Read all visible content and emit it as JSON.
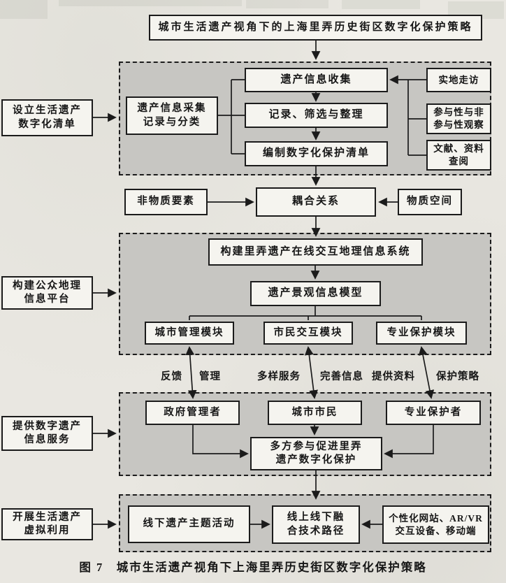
{
  "figure": {
    "title_box": "城市生活遗产视角下的上海里弄历史街区数字化保护策略",
    "caption": "图 7　城市生活遗产视角下上海里弄历史街区数字化保护策略"
  },
  "side_labels": [
    {
      "lines": [
        "设立生活遗产",
        "数字化清单"
      ]
    },
    {
      "lines": [
        "构建公众地理",
        "信息平台"
      ]
    },
    {
      "lines": [
        "提供数字遗产",
        "信息服务"
      ]
    },
    {
      "lines": [
        "开展生活遗产",
        "虚拟利用"
      ]
    }
  ],
  "section_collect": {
    "collector": {
      "lines": [
        "遗产信息采集",
        "记录与分类"
      ]
    },
    "steps": [
      "遗产信息收集",
      "记录、筛选与整理",
      "编制数字化保护清单"
    ],
    "methods": [
      {
        "lines": [
          "实地走访",
          ""
        ]
      },
      {
        "lines": [
          "参与性与非",
          "参与性观察"
        ]
      },
      {
        "lines": [
          "文献、资料",
          "查阅"
        ]
      }
    ]
  },
  "coupling_row": {
    "left": "非物质要素",
    "center": "耦合关系",
    "right": "物质空间"
  },
  "section_platform": {
    "gis": "构建里弄遗产在线交互地理信息系统",
    "model": "遗产景观信息模型",
    "modules": [
      "城市管理模块",
      "市民交互模块",
      "专业保护模块"
    ]
  },
  "link_labels": [
    [
      "反馈",
      "管理"
    ],
    [
      "多样服务",
      "完善信息"
    ],
    [
      "提供资料",
      "保护策略"
    ]
  ],
  "section_service": {
    "actors": [
      "政府管理者",
      "城市市民",
      "专业保护者"
    ],
    "goal": {
      "lines": [
        "多方参与促进里弄",
        "遗产数字化保护"
      ]
    }
  },
  "section_virtual": {
    "offline": "线下遗产主题活动",
    "fusion": {
      "lines": [
        "线上线下融",
        "合技术路径"
      ]
    },
    "tech": {
      "lines": [
        "个性化网站、AR/VR",
        "交互设备、移动端"
      ]
    }
  },
  "colors": {
    "page_bg": "#e9e7e1",
    "section_fill": "#c7c6c2",
    "box_fill": "#f5f4ef",
    "line": "#1b1b1b"
  }
}
